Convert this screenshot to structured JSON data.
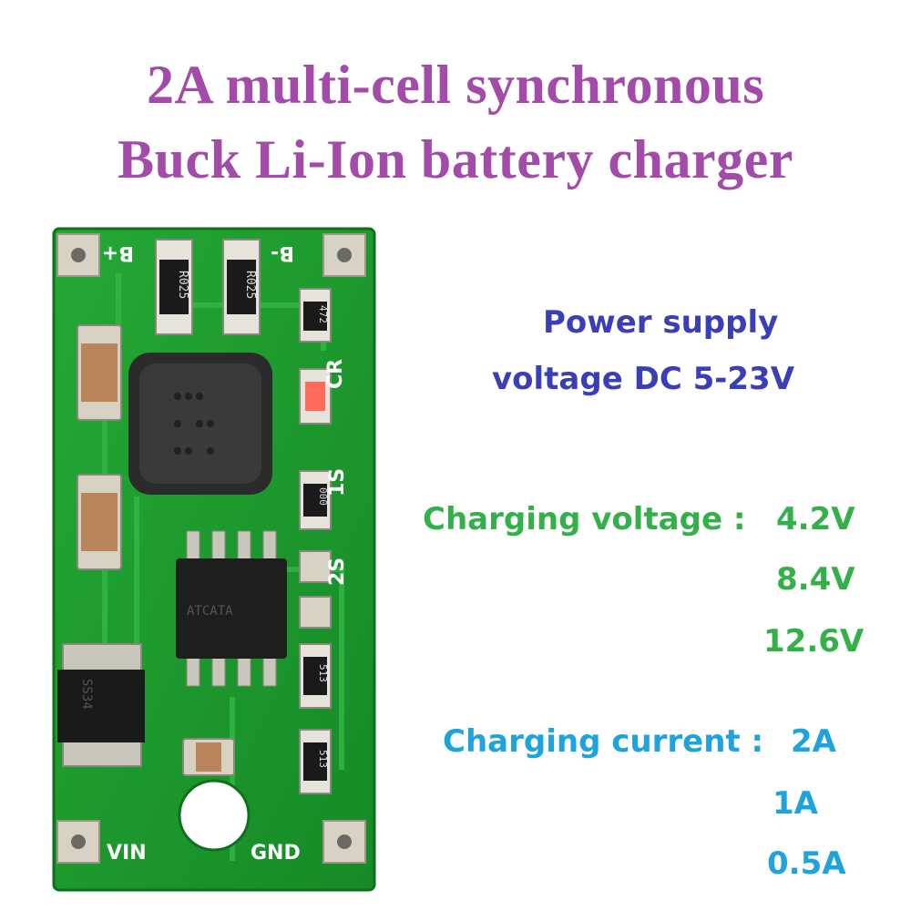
{
  "title": {
    "line1": "2A multi-cell synchronous",
    "line2": "Buck Li-Ion battery charger"
  },
  "specs": {
    "supply_line1": "Power supply",
    "supply_line2": "voltage DC 5-23V",
    "voltage_label": "Charging voltage :",
    "voltage_values": [
      "4.2V",
      "8.4V",
      "12.6V"
    ],
    "current_label": "Charging current :",
    "current_values": [
      "2A",
      "1A",
      "0.5A"
    ]
  },
  "board": {
    "pin_b_plus": "B+",
    "pin_b_minus": "B-",
    "pin_vin": "VIN",
    "pin_gnd": "GND",
    "label_cr": "CR",
    "label_1s": "1S",
    "label_2s": "2S",
    "resistor_r025_a": "R025",
    "resistor_r025_b": "R025",
    "resistor_472": "472",
    "resistor_000": "000",
    "resistor_513_a": "513",
    "resistor_513_b": "513",
    "ic_marking": "ATCATA",
    "diode_marking": "SS34"
  },
  "colors": {
    "title": "#a24ba8",
    "supply": "#3a3fb5",
    "voltage": "#34b04a",
    "current": "#1fa3dc",
    "pcb": "#1f9a2e"
  }
}
